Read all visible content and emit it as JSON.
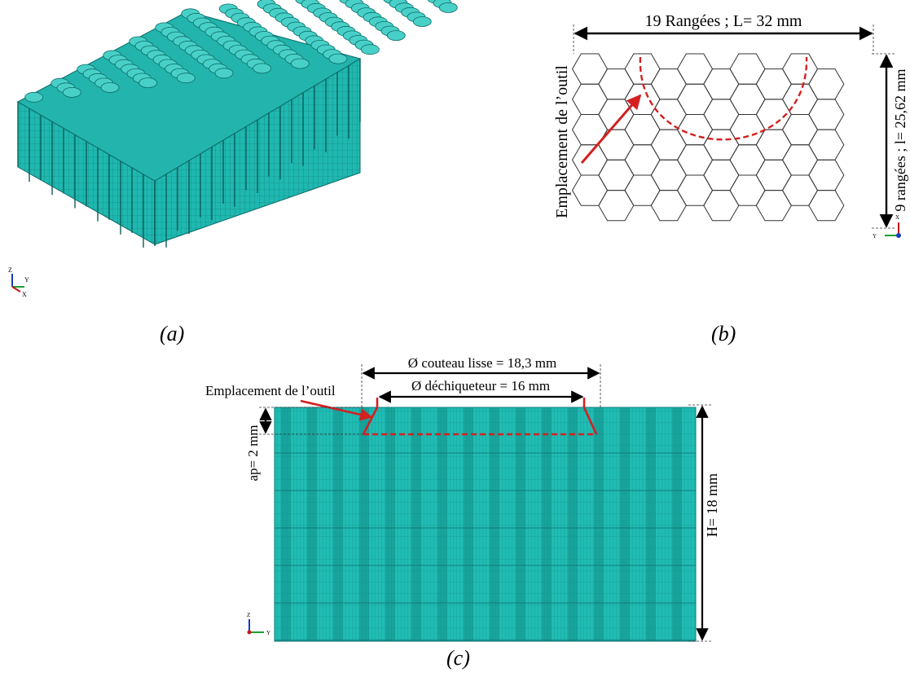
{
  "panel_a": {
    "caption": "(a)",
    "axis_labels": {
      "z": "Z",
      "y": "Y",
      "x": "X"
    },
    "colors": {
      "mesh": "#17a9a3",
      "mesh_line": "#0d6b67",
      "top": "#2ec3bb"
    }
  },
  "panel_b": {
    "caption": "(b)",
    "width_label": "19  Rangées ; L= 32 mm",
    "height_label": "9 rangées ; l= 25,62 mm",
    "tool_label": "Emplacement de l’outil",
    "axis_labels": {
      "y": "Y",
      "x": "X"
    },
    "colors": {
      "cells": "#333333",
      "tool": "#d42020"
    }
  },
  "panel_c": {
    "caption": "(c)",
    "knife_label": "Ø couteau lisse = 18,3 mm",
    "shredder_label": "Ø déchiqueteur = 16 mm",
    "tool_label": "Emplacement de l’outil",
    "depth_label": "ap= 2 mm",
    "height_label": "H= 18 mm",
    "axis_labels": {
      "z": "Z",
      "y": "Y"
    },
    "colors": {
      "mesh": "#1fb8b0",
      "stripe_dark": "#138f89",
      "tool": "#d42020"
    }
  }
}
